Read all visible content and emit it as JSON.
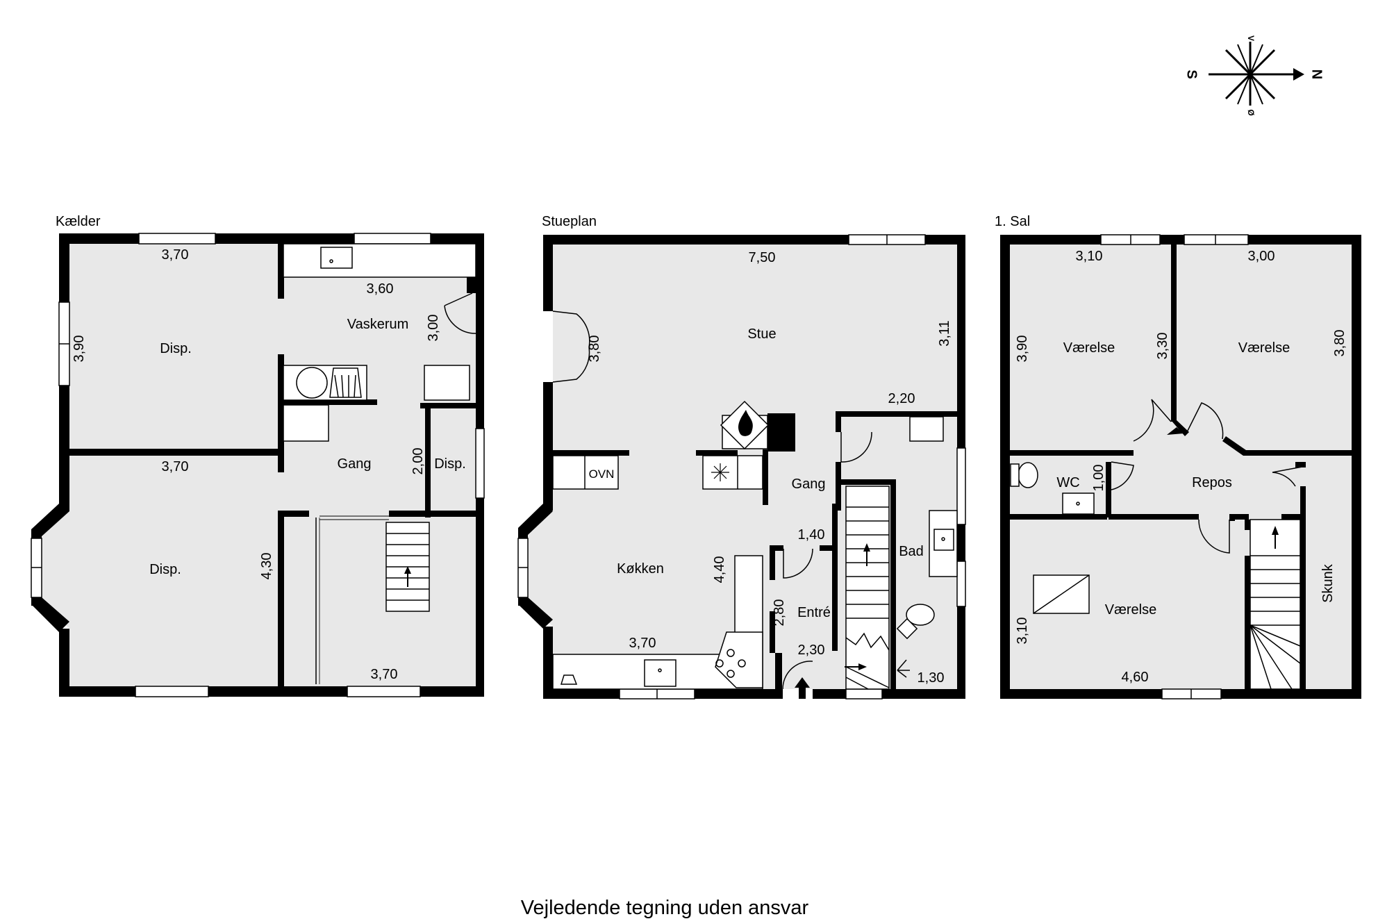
{
  "floors": {
    "basement": {
      "title": "Kælder",
      "rooms": {
        "disp_top": "Disp.",
        "vaskerum": "Vaskerum",
        "gang": "Gang",
        "disp_small": "Disp.",
        "disp_bottom": "Disp."
      },
      "dims": [
        "3,70",
        "3,60",
        "3,90",
        "3,00",
        "3,70",
        "2,00",
        "4,30",
        "3,70"
      ]
    },
    "ground": {
      "title": "Stueplan",
      "rooms": {
        "stue": "Stue",
        "kokken": "Køkken",
        "gang": "Gang",
        "entre": "Entré",
        "bad": "Bad",
        "ovn": "OVN"
      },
      "dims": [
        "7,50",
        "3,80",
        "3,11",
        "2,20",
        "1,40",
        "4,40",
        "3,70",
        "2,80",
        "2,30",
        "1,30"
      ]
    },
    "first": {
      "title": "1. Sal",
      "rooms": {
        "vaerelse_left": "Værelse",
        "vaerelse_right": "Værelse",
        "wc": "WC",
        "repos": "Repos",
        "vaerelse_bottom": "Værelse",
        "skunk": "Skunk"
      },
      "dims": [
        "3,10",
        "3,00",
        "3,90",
        "3,30",
        "3,80",
        "1,00",
        "3,10",
        "4,60"
      ]
    }
  },
  "compass": {
    "n": "N",
    "s": "S",
    "v": "V",
    "o": "Ø"
  },
  "footer": "Vejledende tegning uden ansvar"
}
